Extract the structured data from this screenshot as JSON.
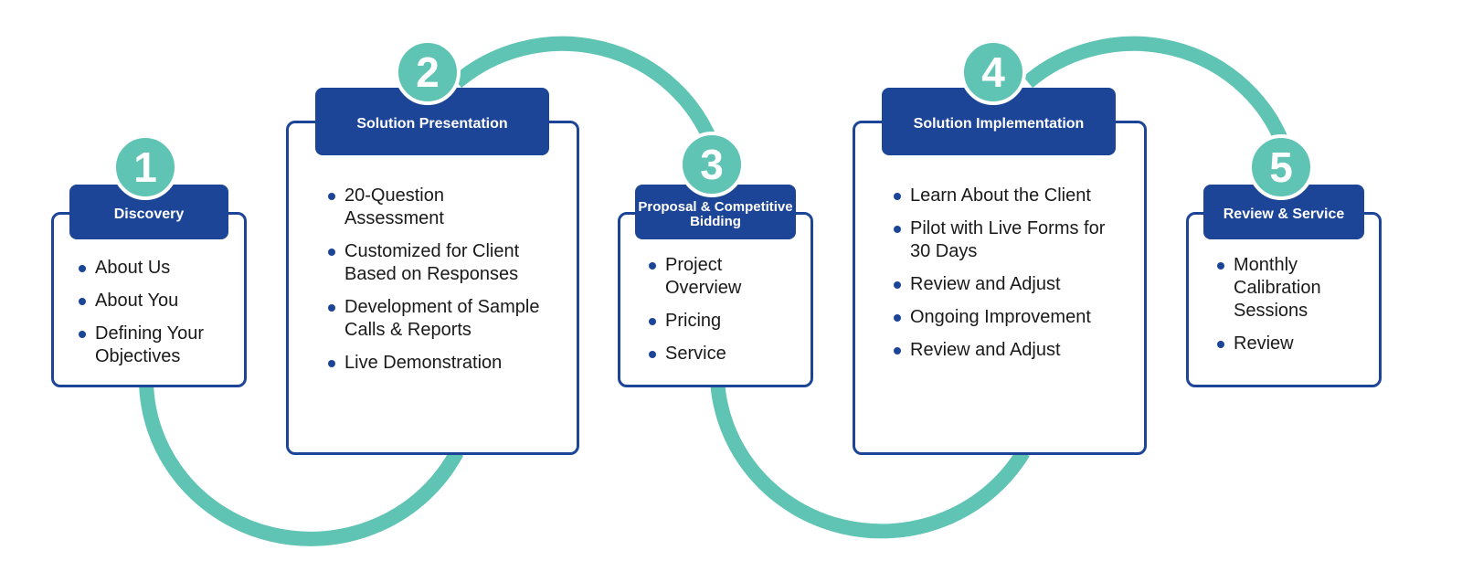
{
  "colors": {
    "navy": "#1d4597",
    "teal": "#5fc4b3",
    "text": "#1a1a1a"
  },
  "steps": [
    {
      "number": "1",
      "title": "Discovery",
      "items": [
        "About Us",
        "About You",
        "Defining Your Objectives"
      ]
    },
    {
      "number": "2",
      "title": "Solution Presentation",
      "items": [
        "20-Question Assessment",
        "Customized for Client Based on Responses",
        "Development of Sample Calls & Reports",
        "Live Demonstration"
      ]
    },
    {
      "number": "3",
      "title": "Proposal & Competitive Bidding",
      "items": [
        "Project Overview",
        "Pricing",
        "Service"
      ]
    },
    {
      "number": "4",
      "title": "Solution Implementation",
      "items": [
        "Learn About the Client",
        "Pilot with Live Forms for 30 Days",
        "Review and Adjust",
        "Ongoing Improvement",
        "Review and Adjust"
      ]
    },
    {
      "number": "5",
      "title": "Review & Service",
      "items": [
        "Monthly Calibration Sessions",
        "Review"
      ]
    }
  ]
}
